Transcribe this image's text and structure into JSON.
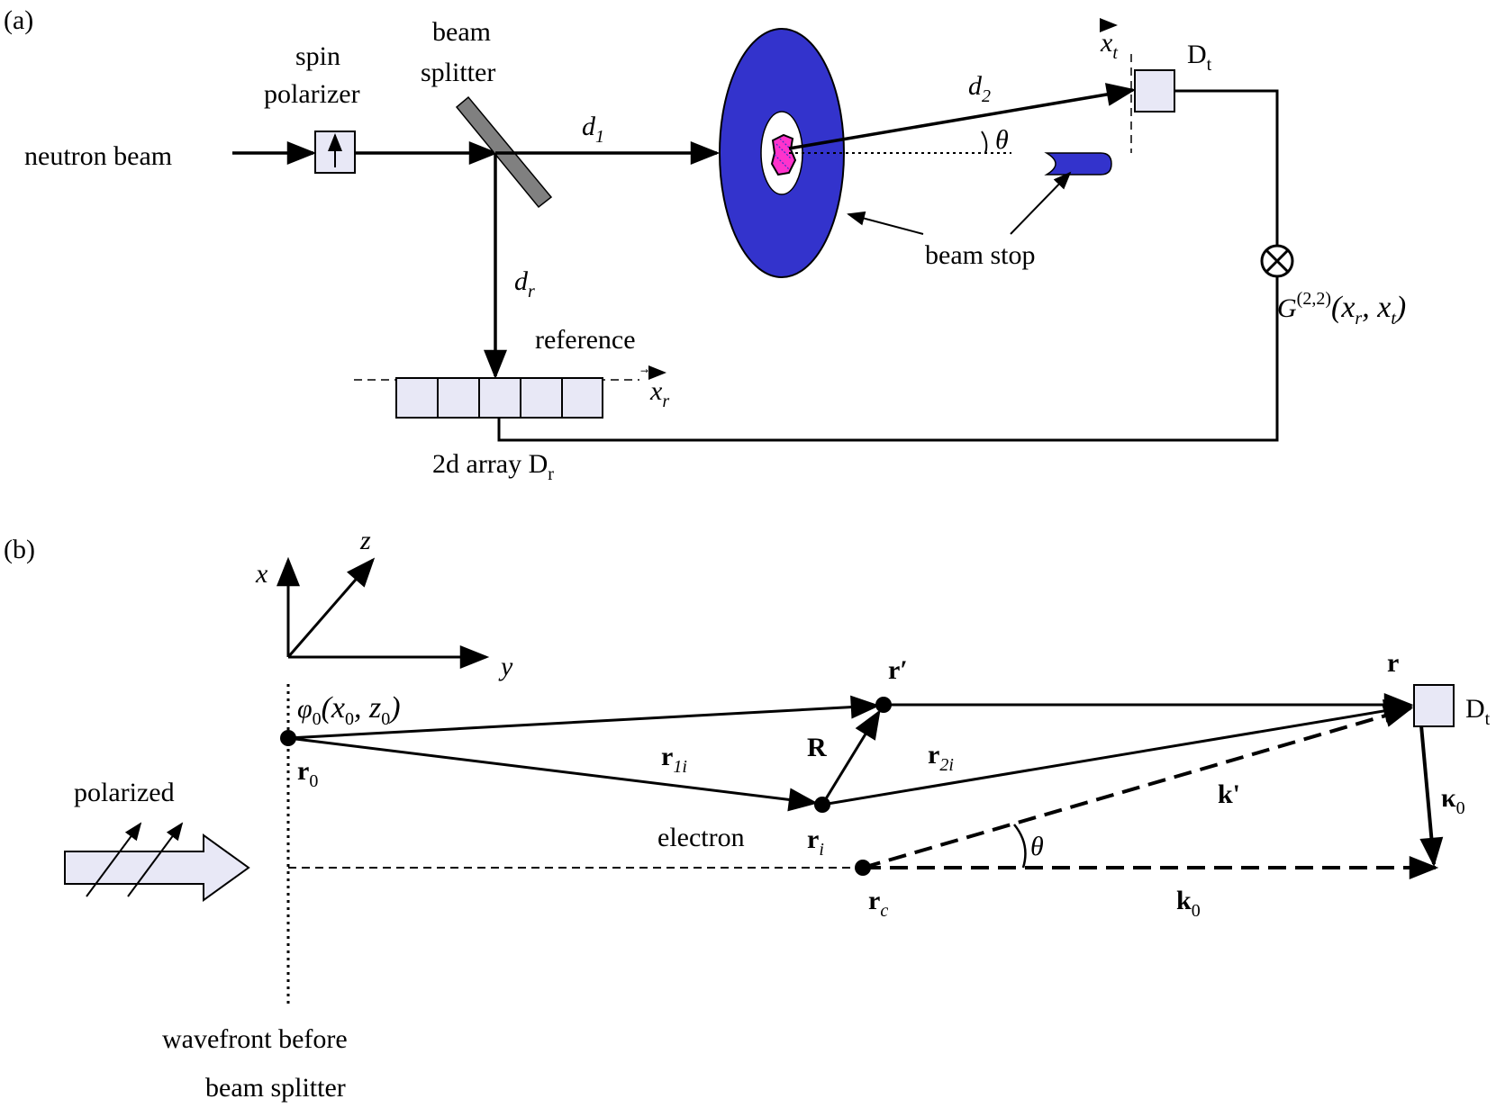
{
  "panel_a": {
    "label": "(a)",
    "neutron_beam": "neutron beam",
    "spin_polarizer": [
      "spin",
      "polarizer"
    ],
    "beam_splitter": [
      "beam",
      "splitter"
    ],
    "d1": {
      "main": "d",
      "sub": "1"
    },
    "d2": {
      "main": "d",
      "sub": "2"
    },
    "dr": {
      "main": "d",
      "sub": "r"
    },
    "theta": "θ",
    "xt": {
      "main": "x",
      "sub": "t"
    },
    "Dt": {
      "main": "D",
      "sub": "t"
    },
    "xr": {
      "main": "x",
      "sub": "r"
    },
    "beam_stop": "beam stop",
    "reference": "reference",
    "array": {
      "main": "2d array D",
      "sub": "r"
    },
    "G": {
      "main": "G",
      "sup": "(2,2)",
      "args": "(x",
      "sub_r": "r",
      "comma": ", x",
      "sub_t": "t",
      "close": ")"
    }
  },
  "panel_b": {
    "label": "(b)",
    "axis_x": "x",
    "axis_y": "y",
    "axis_z": "z",
    "phi0": {
      "main": "φ",
      "sub": "0",
      "args_open": "(x",
      "sub_x": "0",
      "comma": ", z",
      "sub_z": "0",
      "close": ")"
    },
    "r0": {
      "main": "r",
      "sub": "0"
    },
    "r1i": {
      "main": "r",
      "sub": "1i"
    },
    "r2i": {
      "main": "r",
      "sub": "2i"
    },
    "ri": {
      "main": "r",
      "sub": "i"
    },
    "rc": {
      "main": "r",
      "sub": "c"
    },
    "rprime": "r′",
    "r": "r",
    "R": "R",
    "kprime": "k'",
    "k0": {
      "main": "k",
      "sub": "0"
    },
    "kappa0": {
      "main": "κ",
      "sub": "0"
    },
    "theta": "θ",
    "electron": "electron",
    "polarized": "polarized",
    "Dt": {
      "main": "D",
      "sub": "t"
    },
    "wavefront": [
      "wavefront before",
      "beam splitter"
    ]
  },
  "colors": {
    "target_blue": "#3333cc",
    "sample_magenta": "#ff33cc",
    "splitter_gray": "#808080",
    "detector_fill": "#e8e8f6"
  }
}
